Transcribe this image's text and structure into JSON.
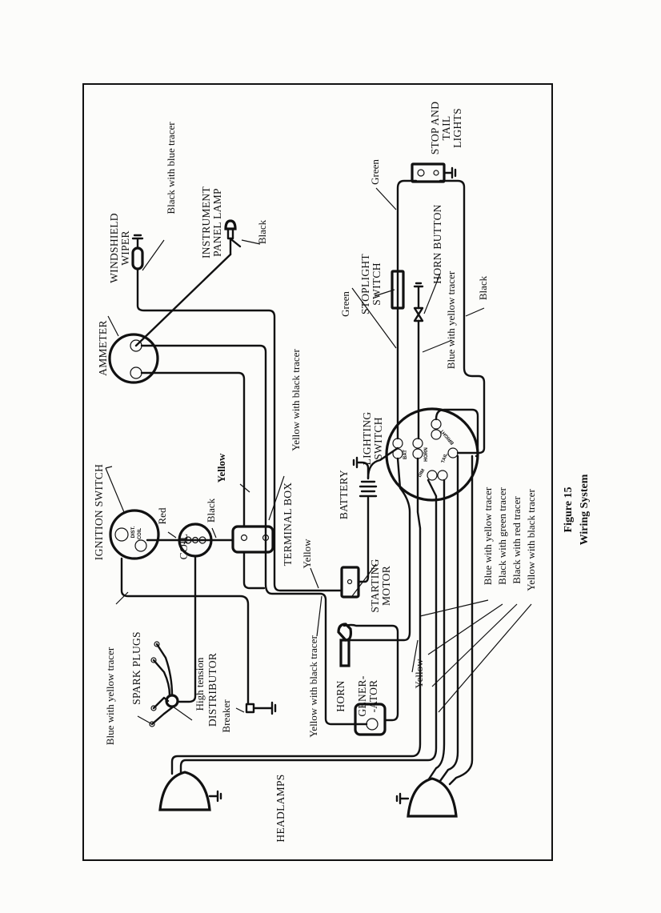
{
  "figure": {
    "number": "Figure 15",
    "title": "Wiring System"
  },
  "labels": {
    "ignition_switch": "IGNITION SWITCH",
    "dist": "DIST.",
    "coil_term": "COIL",
    "blue_yellow_1": "Blue with yellow tracer",
    "spark_plugs": "SPARK PLUGS",
    "high_tension": "High tension",
    "distributor": "DISTRIBUTOR",
    "breaker": "Breaker",
    "coil": "COIL",
    "red": "Red",
    "black_1": "Black",
    "yellow_bold": "Yellow",
    "terminal_box": "TERMINAL BOX",
    "yellow_black_1": "Yellow with black tracer",
    "yellow_2": "Yellow",
    "yellow_black_2": "Yellow with black tracer",
    "battery": "BATTERY",
    "lighting_switch_1": "LIGHTING",
    "lighting_switch_2": "SWITCH",
    "starting_motor_1": "STARTING",
    "starting_motor_2": "MOTOR",
    "horn": "HORN",
    "generator_1": "GENER-",
    "generator_2": "-ATOR",
    "yellow_3": "Yellow",
    "blue_yellow_2": "Blue with yellow tracer",
    "black_green": "Black with green tracer",
    "black_red": "Black with red tracer",
    "yellow_black_3": "Yellow with black tracer",
    "headlamps": "HEADLAMPS",
    "ammeter": "AMMETER",
    "windshield_wiper_1": "WINDSHIELD",
    "windshield_wiper_2": "WIPER",
    "black_blue": "Black with  blue tracer",
    "instrument_lamp_1": "INSTRUMENT",
    "instrument_lamp_2": "PANEL LAMP",
    "black_2": "Black",
    "green_1": "Green",
    "stoplight_switch_1": "STOPLIGHT",
    "stoplight_switch_2": "SWITCH",
    "horn_button": "HORN BUTTON",
    "blue_yellow_3": "Blue with yellow tracer",
    "black_3": "Black",
    "green_2": "Green",
    "stop_tail_1": "STOP AND",
    "stop_tail_2": "TAIL",
    "stop_tail_3": "LIGHTS",
    "sw_bat": "BAT",
    "sw_horn": "HORN",
    "sw_tail": "TAIL",
    "sw_bright": "BRIGHT",
    "sw_dim": "DIM"
  }
}
